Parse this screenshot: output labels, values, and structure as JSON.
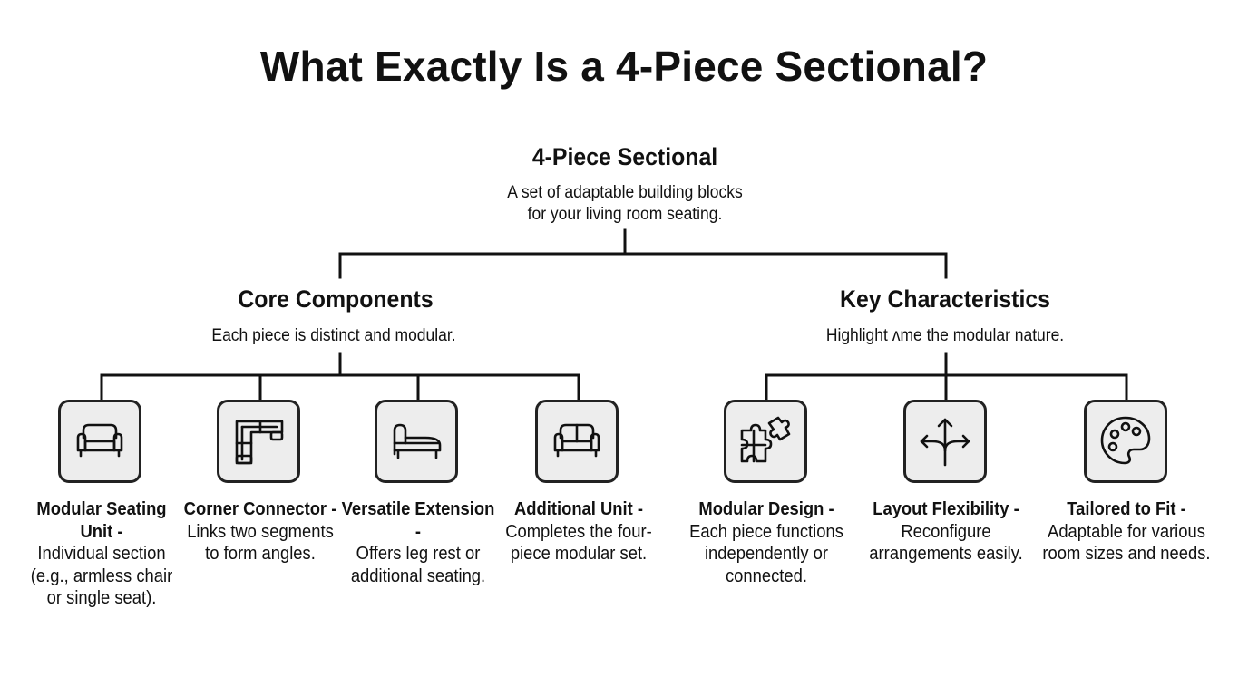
{
  "title": "What Exactly Is a 4-Piece Sectional?",
  "root": {
    "label": "4-Piece Sectional",
    "description_line1": "A set of adaptable building blocks",
    "description_line2": "for your living room seating."
  },
  "branches": [
    {
      "label": "Core Components",
      "description": "Each piece is distinct and modular.",
      "items": [
        {
          "icon": "armchair-icon",
          "title": "Modular Seating Unit",
          "dash": " -",
          "description": "Individual section (e.g., armless chair or single seat)."
        },
        {
          "icon": "corner-sectional-icon",
          "title": "Corner Connector",
          "dash": " -",
          "description": "Links two segments to form angles."
        },
        {
          "icon": "chaise-lounge-icon",
          "title": "Versatile Extension",
          "dash": " -",
          "description": "Offers leg rest or additional seating."
        },
        {
          "icon": "loveseat-icon",
          "title": "Additional Unit",
          "dash": " -",
          "description": "Completes the four-piece modular set."
        }
      ]
    },
    {
      "label": "Key Characteristics",
      "description": "Highlight ʌme the modular nature.",
      "items": [
        {
          "icon": "puzzle-icon",
          "title": "Modular Design",
          "dash": " -",
          "description": "Each piece functions independently or connected."
        },
        {
          "icon": "split-arrows-icon",
          "title": "Layout Flexibility",
          "dash": " -",
          "description": "Reconfigure arrangements easily."
        },
        {
          "icon": "palette-icon",
          "title": "Tailored to Fit",
          "dash": " -",
          "description": "Adaptable for various room sizes and needs."
        }
      ]
    }
  ]
}
